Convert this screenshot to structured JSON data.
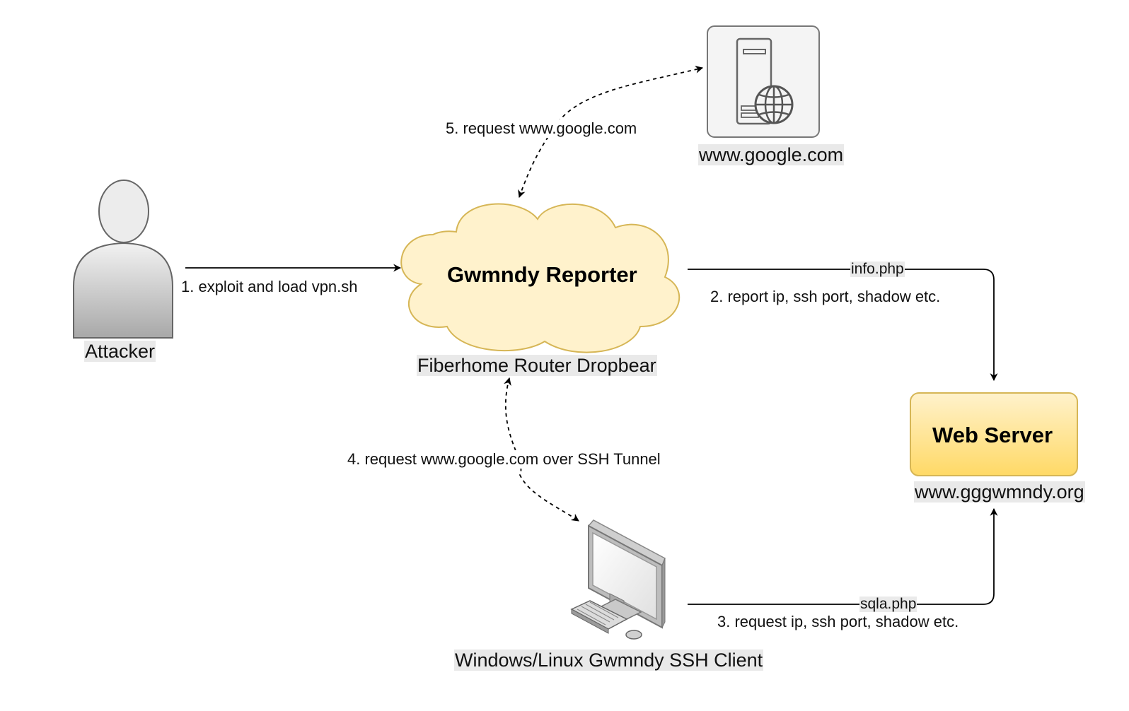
{
  "nodes": {
    "attacker": {
      "label": "Attacker",
      "icon": "person-icon"
    },
    "reporter": {
      "title": "Gwmndy Reporter",
      "label": "Fiberhome Router Dropbear",
      "fill": "#fff2cc",
      "stroke": "#d6b656"
    },
    "google": {
      "label": "www.google.com",
      "icon": "web-server-globe-icon"
    },
    "webserver": {
      "title": "Web Server",
      "label": "www.gggwmndy.org",
      "fill_top": "#fff2cc",
      "fill_bottom": "#ffd966",
      "stroke": "#d6b656"
    },
    "client": {
      "label": "Windows/Linux Gwmndy SSH Client",
      "icon": "desktop-computer-icon"
    }
  },
  "edges": {
    "exploit": {
      "label": "1. exploit and load vpn.sh"
    },
    "report": {
      "tag": "info.php",
      "label": "2. report ip, ssh port, shadow etc."
    },
    "request_ip": {
      "tag": "sqla.php",
      "label": "3. request ip, ssh port, shadow etc."
    },
    "ssh_tunnel": {
      "label": "4. request www.google.com over SSH Tunnel"
    },
    "google_req": {
      "label": "5. request www.google.com"
    }
  }
}
